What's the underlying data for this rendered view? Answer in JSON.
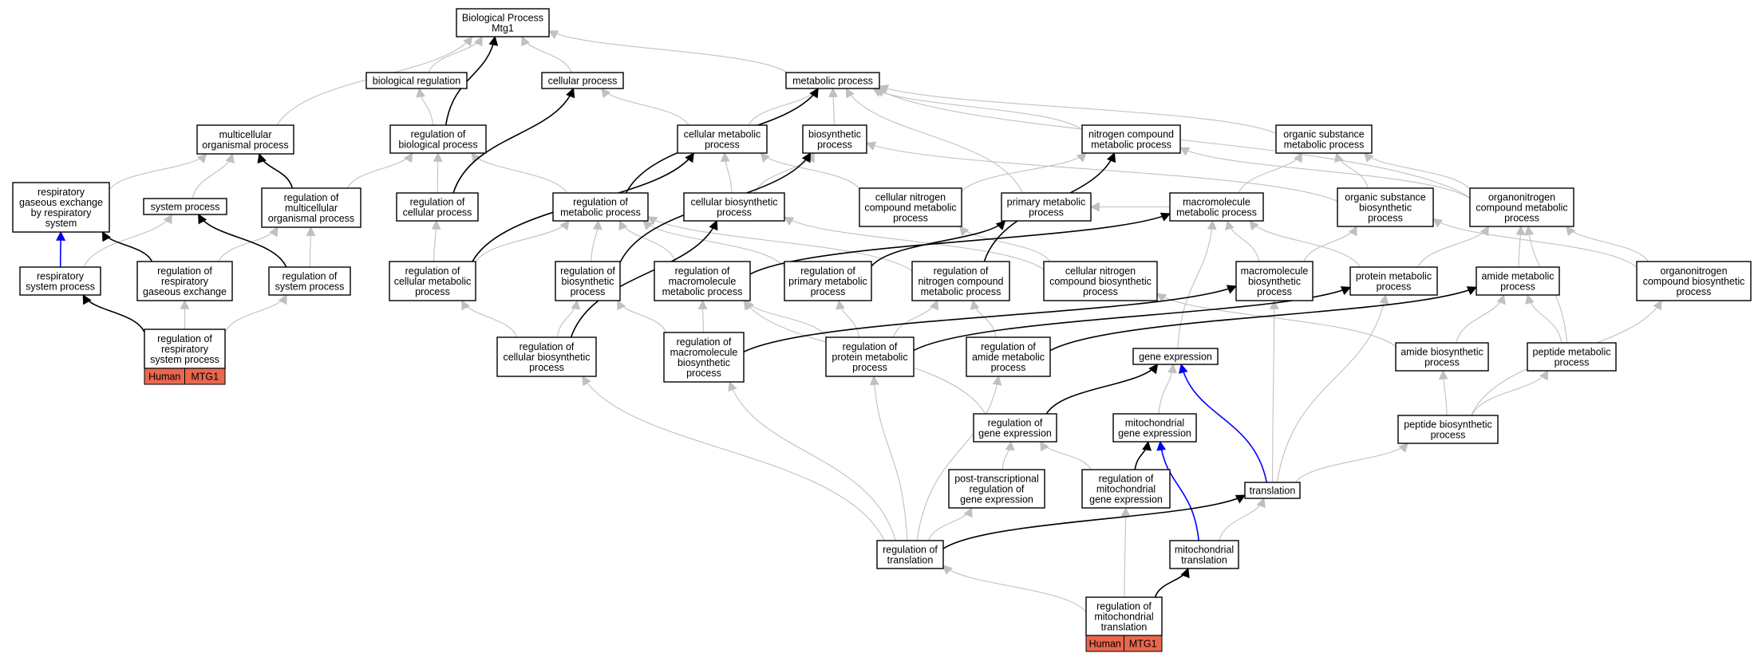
{
  "colors": {
    "edge_default": "#c0c0c0",
    "edge_highlight": "#000000",
    "edge_blue": "#0000ff",
    "tag_fill": "#e8674e"
  },
  "nodes": {
    "root": {
      "label": [
        "Biological Process",
        "Mtg1"
      ]
    },
    "bio_reg": {
      "label": [
        "biological regulation"
      ]
    },
    "cell_proc": {
      "label": [
        "cellular process"
      ]
    },
    "met_proc": {
      "label": [
        "metabolic process"
      ]
    },
    "multi_org": {
      "label": [
        "multicellular",
        "organismal process"
      ]
    },
    "reg_bio": {
      "label": [
        "regulation of",
        "biological process"
      ]
    },
    "cell_met": {
      "label": [
        "cellular metabolic",
        "process"
      ]
    },
    "biosyn": {
      "label": [
        "biosynthetic",
        "process"
      ]
    },
    "nitro_met": {
      "label": [
        "nitrogen compound",
        "metabolic process"
      ]
    },
    "org_sub": {
      "label": [
        "organic substance",
        "metabolic process"
      ]
    },
    "resp_gas": {
      "label": [
        "respiratory",
        "gaseous exchange",
        "by respiratory",
        "system"
      ]
    },
    "sys_proc": {
      "label": [
        "system process"
      ]
    },
    "reg_multi": {
      "label": [
        "regulation of",
        "multicellular",
        "organismal process"
      ]
    },
    "reg_cell": {
      "label": [
        "regulation of",
        "cellular process"
      ]
    },
    "reg_met": {
      "label": [
        "regulation of",
        "metabolic process"
      ]
    },
    "cell_biosyn": {
      "label": [
        "cellular biosynthetic",
        "process"
      ]
    },
    "cell_nitro": {
      "label": [
        "cellular nitrogen",
        "compound metabolic",
        "process"
      ]
    },
    "prim_met": {
      "label": [
        "primary metabolic",
        "process"
      ]
    },
    "macro_met": {
      "label": [
        "macromolecule",
        "metabolic process"
      ]
    },
    "org_sub_bio": {
      "label": [
        "organic substance",
        "biosynthetic",
        "process"
      ]
    },
    "organonit_met": {
      "label": [
        "organonitrogen",
        "compound metabolic",
        "process"
      ]
    },
    "resp_sys": {
      "label": [
        "respiratory",
        "system process"
      ]
    },
    "reg_resp_gas": {
      "label": [
        "regulation of",
        "respiratory",
        "gaseous exchange"
      ]
    },
    "reg_sys": {
      "label": [
        "regulation of",
        "system process"
      ]
    },
    "reg_cell_met": {
      "label": [
        "regulation of",
        "cellular metabolic",
        "process"
      ]
    },
    "reg_biosyn": {
      "label": [
        "regulation of",
        "biosynthetic",
        "process"
      ]
    },
    "reg_macro_met": {
      "label": [
        "regulation of",
        "macromolecule",
        "metabolic process"
      ]
    },
    "reg_prim": {
      "label": [
        "regulation of",
        "primary metabolic",
        "process"
      ]
    },
    "reg_nitro": {
      "label": [
        "regulation of",
        "nitrogen compound",
        "metabolic process"
      ]
    },
    "cell_nitro_bio": {
      "label": [
        "cellular nitrogen",
        "compound biosynthetic",
        "process"
      ]
    },
    "macro_biosyn": {
      "label": [
        "macromolecule",
        "biosynthetic",
        "process"
      ]
    },
    "prot_met": {
      "label": [
        "protein metabolic",
        "process"
      ]
    },
    "amide_met": {
      "label": [
        "amide metabolic",
        "process"
      ]
    },
    "organonit_bio": {
      "label": [
        "organonitrogen",
        "compound biosynthetic",
        "process"
      ]
    },
    "reg_resp_sys": {
      "label": [
        "regulation of",
        "respiratory",
        "system process"
      ],
      "tags": [
        "Human",
        "MTG1"
      ]
    },
    "reg_cell_biosyn": {
      "label": [
        "regulation of",
        "cellular biosynthetic",
        "process"
      ]
    },
    "reg_macro_biosyn": {
      "label": [
        "regulation of",
        "macromolecule",
        "biosynthetic",
        "process"
      ]
    },
    "reg_prot_met": {
      "label": [
        "regulation of",
        "protein metabolic",
        "process"
      ]
    },
    "reg_amide": {
      "label": [
        "regulation of",
        "amide metabolic",
        "process"
      ]
    },
    "gene_expr": {
      "label": [
        "gene expression"
      ]
    },
    "amide_biosyn": {
      "label": [
        "amide biosynthetic",
        "process"
      ]
    },
    "peptide_met": {
      "label": [
        "peptide metabolic",
        "process"
      ]
    },
    "reg_gene": {
      "label": [
        "regulation of",
        "gene expression"
      ]
    },
    "mito_gene": {
      "label": [
        "mitochondrial",
        "gene expression"
      ]
    },
    "peptide_bio": {
      "label": [
        "peptide biosynthetic",
        "process"
      ]
    },
    "post_trans": {
      "label": [
        "post-transcriptional",
        "regulation of",
        "gene expression"
      ]
    },
    "reg_mito_gene": {
      "label": [
        "regulation of",
        "mitochondrial",
        "gene expression"
      ]
    },
    "translation": {
      "label": [
        "translation"
      ]
    },
    "reg_trans": {
      "label": [
        "regulation of",
        "translation"
      ]
    },
    "mito_trans": {
      "label": [
        "mitochondrial",
        "translation"
      ]
    },
    "reg_mito_trans": {
      "label": [
        "regulation of",
        "mitochondrial",
        "translation"
      ],
      "tags": [
        "Human",
        "MTG1"
      ]
    }
  },
  "edges": [
    {
      "from": "bio_reg",
      "to": "root",
      "kind": "default"
    },
    {
      "from": "cell_proc",
      "to": "root",
      "kind": "default"
    },
    {
      "from": "met_proc",
      "to": "root",
      "kind": "default"
    },
    {
      "from": "multi_org",
      "to": "root",
      "kind": "default"
    },
    {
      "from": "reg_bio",
      "to": "root",
      "kind": "highlight"
    },
    {
      "from": "reg_bio",
      "to": "bio_reg",
      "kind": "default"
    },
    {
      "from": "cell_met",
      "to": "cell_proc",
      "kind": "default"
    },
    {
      "from": "cell_met",
      "to": "met_proc",
      "kind": "default"
    },
    {
      "from": "biosyn",
      "to": "met_proc",
      "kind": "default"
    },
    {
      "from": "nitro_met",
      "to": "met_proc",
      "kind": "default"
    },
    {
      "from": "org_sub",
      "to": "met_proc",
      "kind": "default"
    },
    {
      "from": "prim_met",
      "to": "met_proc",
      "kind": "default"
    },
    {
      "from": "organonit_met",
      "to": "met_proc",
      "kind": "default"
    },
    {
      "from": "sys_proc",
      "to": "multi_org",
      "kind": "default"
    },
    {
      "from": "resp_gas",
      "to": "multi_org",
      "kind": "default"
    },
    {
      "from": "reg_multi",
      "to": "multi_org",
      "kind": "highlight"
    },
    {
      "from": "reg_multi",
      "to": "reg_bio",
      "kind": "default"
    },
    {
      "from": "reg_cell",
      "to": "reg_bio",
      "kind": "default"
    },
    {
      "from": "reg_cell",
      "to": "cell_proc",
      "kind": "highlight"
    },
    {
      "from": "reg_met",
      "to": "reg_bio",
      "kind": "default"
    },
    {
      "from": "reg_met",
      "to": "met_proc",
      "kind": "highlight"
    },
    {
      "from": "cell_biosyn",
      "to": "cell_met",
      "kind": "default"
    },
    {
      "from": "cell_biosyn",
      "to": "biosyn",
      "kind": "default"
    },
    {
      "from": "cell_nitro",
      "to": "cell_met",
      "kind": "default"
    },
    {
      "from": "cell_nitro",
      "to": "nitro_met",
      "kind": "default"
    },
    {
      "from": "macro_met",
      "to": "org_sub",
      "kind": "default"
    },
    {
      "from": "macro_met",
      "to": "prim_met",
      "kind": "default"
    },
    {
      "from": "org_sub_bio",
      "to": "org_sub",
      "kind": "default"
    },
    {
      "from": "org_sub_bio",
      "to": "biosyn",
      "kind": "default"
    },
    {
      "from": "organonit_met",
      "to": "org_sub",
      "kind": "default"
    },
    {
      "from": "organonit_met",
      "to": "nitro_met",
      "kind": "default"
    },
    {
      "from": "resp_sys",
      "to": "resp_gas",
      "kind": "blue"
    },
    {
      "from": "resp_sys",
      "to": "sys_proc",
      "kind": "default"
    },
    {
      "from": "reg_resp_gas",
      "to": "resp_gas",
      "kind": "highlight"
    },
    {
      "from": "reg_resp_gas",
      "to": "reg_multi",
      "kind": "default"
    },
    {
      "from": "reg_sys",
      "to": "sys_proc",
      "kind": "highlight"
    },
    {
      "from": "reg_sys",
      "to": "reg_multi",
      "kind": "default"
    },
    {
      "from": "reg_cell_met",
      "to": "reg_cell",
      "kind": "default"
    },
    {
      "from": "reg_cell_met",
      "to": "reg_met",
      "kind": "default"
    },
    {
      "from": "reg_cell_met",
      "to": "cell_met",
      "kind": "highlight"
    },
    {
      "from": "reg_biosyn",
      "to": "reg_met",
      "kind": "default"
    },
    {
      "from": "reg_biosyn",
      "to": "biosyn",
      "kind": "highlight"
    },
    {
      "from": "reg_macro_met",
      "to": "reg_met",
      "kind": "default"
    },
    {
      "from": "reg_macro_met",
      "to": "macro_met",
      "kind": "highlight"
    },
    {
      "from": "reg_prim",
      "to": "reg_met",
      "kind": "default"
    },
    {
      "from": "reg_prim",
      "to": "prim_met",
      "kind": "highlight"
    },
    {
      "from": "reg_nitro",
      "to": "reg_met",
      "kind": "default"
    },
    {
      "from": "reg_nitro",
      "to": "nitro_met",
      "kind": "highlight"
    },
    {
      "from": "cell_nitro_bio",
      "to": "cell_biosyn",
      "kind": "default"
    },
    {
      "from": "cell_nitro_bio",
      "to": "cell_nitro",
      "kind": "default"
    },
    {
      "from": "macro_biosyn",
      "to": "macro_met",
      "kind": "default"
    },
    {
      "from": "macro_biosyn",
      "to": "org_sub_bio",
      "kind": "default"
    },
    {
      "from": "prot_met",
      "to": "macro_met",
      "kind": "default"
    },
    {
      "from": "prot_met",
      "to": "organonit_met",
      "kind": "default"
    },
    {
      "from": "amide_met",
      "to": "organonit_met",
      "kind": "default"
    },
    {
      "from": "organonit_bio",
      "to": "organonit_met",
      "kind": "default"
    },
    {
      "from": "organonit_bio",
      "to": "org_sub_bio",
      "kind": "default"
    },
    {
      "from": "reg_resp_sys",
      "to": "resp_sys",
      "kind": "highlight"
    },
    {
      "from": "reg_resp_sys",
      "to": "reg_resp_gas",
      "kind": "default"
    },
    {
      "from": "reg_resp_sys",
      "to": "reg_sys",
      "kind": "default"
    },
    {
      "from": "reg_cell_biosyn",
      "to": "reg_cell_met",
      "kind": "default"
    },
    {
      "from": "reg_cell_biosyn",
      "to": "reg_biosyn",
      "kind": "default"
    },
    {
      "from": "reg_cell_biosyn",
      "to": "cell_biosyn",
      "kind": "highlight"
    },
    {
      "from": "reg_macro_biosyn",
      "to": "reg_macro_met",
      "kind": "default"
    },
    {
      "from": "reg_macro_biosyn",
      "to": "reg_biosyn",
      "kind": "default"
    },
    {
      "from": "reg_macro_biosyn",
      "to": "macro_biosyn",
      "kind": "highlight"
    },
    {
      "from": "reg_prot_met",
      "to": "reg_macro_met",
      "kind": "default"
    },
    {
      "from": "reg_prot_met",
      "to": "reg_nitro",
      "kind": "default"
    },
    {
      "from": "reg_prot_met",
      "to": "reg_prim",
      "kind": "default"
    },
    {
      "from": "reg_prot_met",
      "to": "prot_met",
      "kind": "highlight"
    },
    {
      "from": "reg_amide",
      "to": "reg_nitro",
      "kind": "default"
    },
    {
      "from": "reg_amide",
      "to": "amide_met",
      "kind": "highlight"
    },
    {
      "from": "gene_expr",
      "to": "macro_met",
      "kind": "default"
    },
    {
      "from": "amide_biosyn",
      "to": "amide_met",
      "kind": "default"
    },
    {
      "from": "amide_biosyn",
      "to": "cell_nitro_bio",
      "kind": "default"
    },
    {
      "from": "peptide_met",
      "to": "amide_met",
      "kind": "default"
    },
    {
      "from": "peptide_met",
      "to": "organonit_met",
      "kind": "default"
    },
    {
      "from": "reg_gene",
      "to": "gene_expr",
      "kind": "highlight"
    },
    {
      "from": "reg_gene",
      "to": "reg_macro_met",
      "kind": "default"
    },
    {
      "from": "mito_gene",
      "to": "gene_expr",
      "kind": "default"
    },
    {
      "from": "peptide_bio",
      "to": "amide_biosyn",
      "kind": "default"
    },
    {
      "from": "peptide_bio",
      "to": "peptide_met",
      "kind": "default"
    },
    {
      "from": "peptide_bio",
      "to": "organonit_bio",
      "kind": "default"
    },
    {
      "from": "post_trans",
      "to": "reg_gene",
      "kind": "default"
    },
    {
      "from": "reg_mito_gene",
      "to": "reg_gene",
      "kind": "default"
    },
    {
      "from": "reg_mito_gene",
      "to": "mito_gene",
      "kind": "highlight"
    },
    {
      "from": "translation",
      "to": "gene_expr",
      "kind": "blue"
    },
    {
      "from": "translation",
      "to": "prot_met",
      "kind": "default"
    },
    {
      "from": "translation",
      "to": "macro_biosyn",
      "kind": "default"
    },
    {
      "from": "translation",
      "to": "peptide_bio",
      "kind": "default"
    },
    {
      "from": "reg_trans",
      "to": "post_trans",
      "kind": "default"
    },
    {
      "from": "reg_trans",
      "to": "translation",
      "kind": "highlight"
    },
    {
      "from": "reg_trans",
      "to": "reg_prot_met",
      "kind": "default"
    },
    {
      "from": "reg_trans",
      "to": "reg_amide",
      "kind": "default"
    },
    {
      "from": "reg_trans",
      "to": "reg_macro_biosyn",
      "kind": "default"
    },
    {
      "from": "reg_trans",
      "to": "reg_cell_biosyn",
      "kind": "default"
    },
    {
      "from": "mito_trans",
      "to": "translation",
      "kind": "default"
    },
    {
      "from": "mito_trans",
      "to": "mito_gene",
      "kind": "blue"
    },
    {
      "from": "reg_mito_trans",
      "to": "reg_trans",
      "kind": "default"
    },
    {
      "from": "reg_mito_trans",
      "to": "reg_mito_gene",
      "kind": "default"
    },
    {
      "from": "reg_mito_trans",
      "to": "mito_trans",
      "kind": "highlight"
    }
  ]
}
